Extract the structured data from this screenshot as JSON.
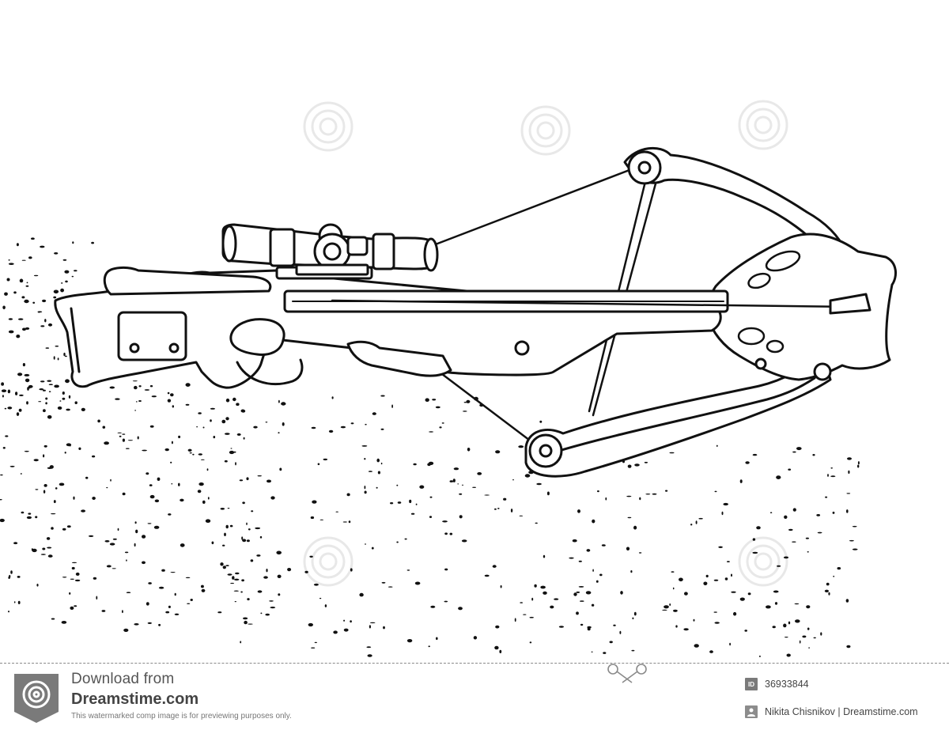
{
  "footer": {
    "download_from": "Download from",
    "site_name": "Dreamstime.com",
    "disclaimer": "This watermarked comp image is for previewing purposes only.",
    "image_id": "36933844",
    "author_credit": "Nikita Chisnikov | Dreamstime.com",
    "id_icon": "id-badge-icon",
    "author_icon": "author-photo-icon"
  },
  "illustration": {
    "subject": "crossbow-line-art",
    "watermark": "dreamstime"
  },
  "colors": {
    "line": "#111111",
    "background": "#ffffff",
    "watermark": "#e6e6e6",
    "footer_text": "#444444"
  }
}
